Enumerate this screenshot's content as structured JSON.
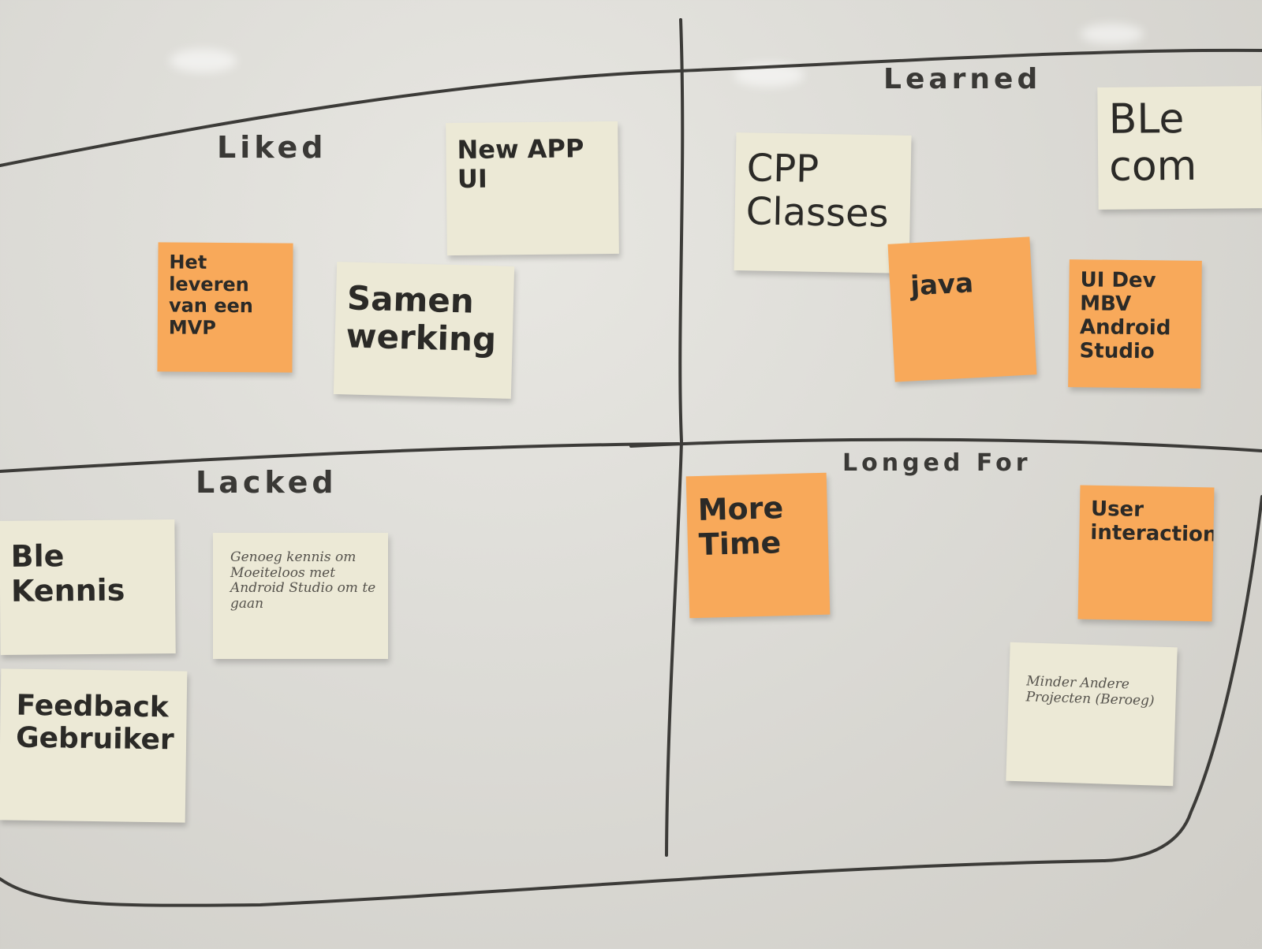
{
  "board": {
    "headings": {
      "liked": "Liked",
      "learned": "Learned",
      "lacked": "Lacked",
      "longed_for": "Longed For"
    },
    "notes": {
      "new_app_ui": "New APP\nUI",
      "het_leveren": "Het leveren\nvan een\nMVP",
      "samenwerking": "Samen\nwerking",
      "cpp_classes": "CPP\nClasses",
      "ble_com": "BLe\ncom",
      "java": "java",
      "ui_dev": "UI Dev\nMBV\nAndroid\nStudio",
      "ble_kennis": "Ble\nKennis",
      "genoeg_kennis": "Genoeg kennis om\nMoeiteloos met\nAndroid Studio om te\ngaan",
      "feedback": "Feedback\nGebruiker",
      "more_time": "More\nTime",
      "user_interaction": "User\ninteraction",
      "minder_andere": "Minder Andere\nProjecten (Beroeg)"
    }
  },
  "colors": {
    "yellow_note": "#ece9d6",
    "orange_note": "#f8a95a",
    "marker": "#3a3936",
    "whiteboard": "#dcdbd6"
  }
}
